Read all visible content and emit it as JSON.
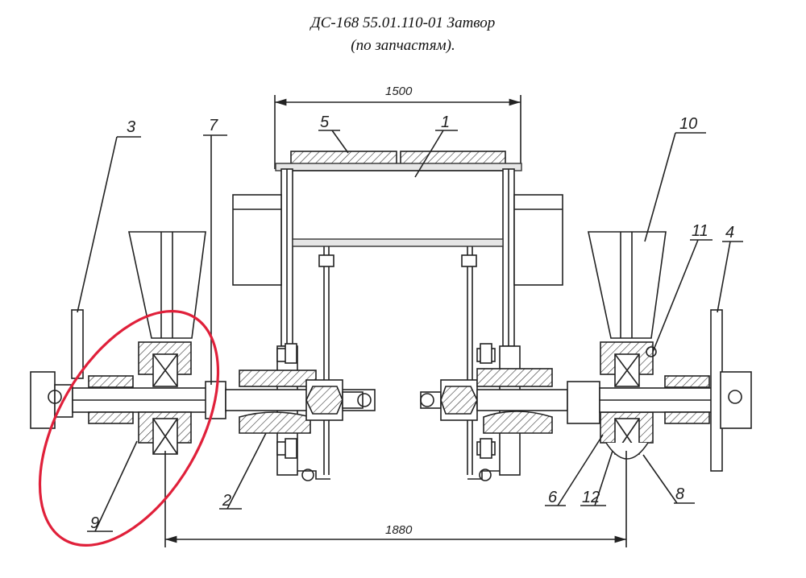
{
  "title": {
    "line1": "ДС-168 55.01.110-01 Затвор",
    "line2": "(по запчастям)."
  },
  "dimensions": {
    "top": "1500",
    "bottom": "1880"
  },
  "parts": {
    "p1": "1",
    "p2": "2",
    "p3": "3",
    "p4": "4",
    "p5": "5",
    "p6": "6",
    "p7": "7",
    "p8": "8",
    "p9": "9",
    "p10": "10",
    "p11": "11",
    "p12": "12"
  },
  "colors": {
    "highlight": "#e0203a",
    "line": "#222222"
  }
}
